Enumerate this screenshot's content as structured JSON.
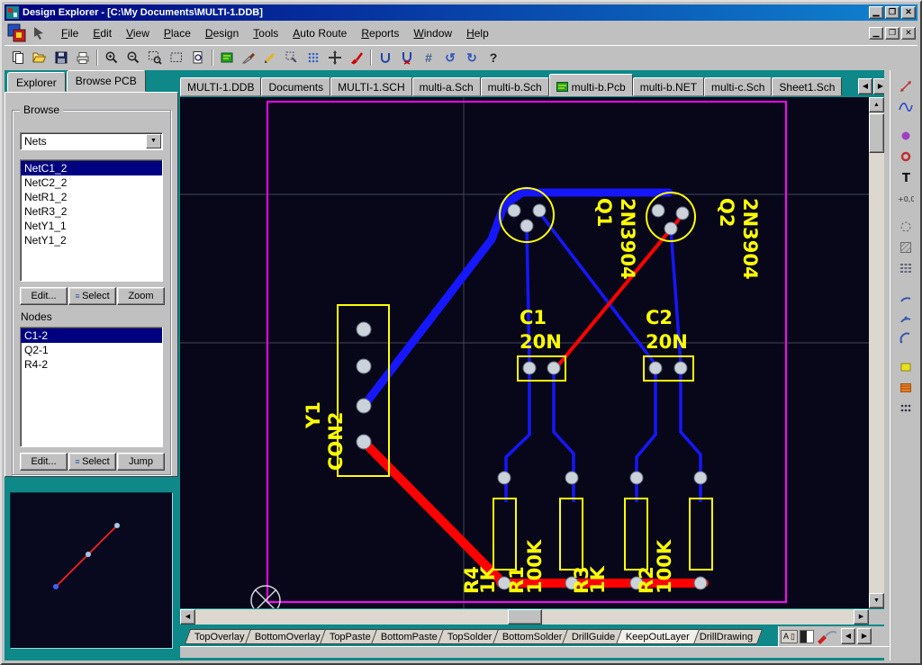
{
  "window": {
    "title": "Design Explorer - [C:\\My Documents\\MULTI-1.DDB]"
  },
  "menu": {
    "items": [
      "File",
      "Edit",
      "View",
      "Place",
      "Design",
      "Tools",
      "Auto Route",
      "Reports",
      "Window",
      "Help"
    ]
  },
  "toolbar": {
    "icons": [
      "new-sheet",
      "open-folder",
      "save",
      "print",
      "zoom-in",
      "zoom-out",
      "zoom-window",
      "select-area",
      "page-preview",
      "pcb-document",
      "knife",
      "pencil",
      "clipboard-select",
      "paste-array",
      "move-cross",
      "highlight-brush",
      "unroute-net",
      "unroute-connection",
      "grid-toggle",
      "undo",
      "redo",
      "help"
    ]
  },
  "left_panel": {
    "tabs": [
      "Explorer",
      "Browse PCB"
    ],
    "active_tab": "Browse PCB",
    "browse": {
      "label": "Browse",
      "mode": "Nets",
      "nets": [
        "NetC1_2",
        "NetC2_2",
        "NetR1_2",
        "NetR3_2",
        "NetY1_1",
        "NetY1_2"
      ],
      "selected_net": "NetC1_2",
      "buttons": [
        "Edit...",
        "Select",
        "Zoom"
      ]
    },
    "nodes": {
      "label": "Nodes",
      "items": [
        "C1-2",
        "Q2-1",
        "R4-2"
      ],
      "selected_node": "C1-2",
      "buttons": [
        "Edit...",
        "Select",
        "Jump"
      ]
    }
  },
  "document_tabs": {
    "items": [
      "MULTI-1.DDB",
      "Documents",
      "MULTI-1.SCH",
      "multi-a.Sch",
      "multi-b.Sch",
      "multi-b.Pcb",
      "multi-b.NET",
      "multi-c.Sch",
      "Sheet1.Sch"
    ],
    "active": "multi-b.Pcb"
  },
  "layer_tabs": {
    "items": [
      "TopOverlay",
      "BottomOverlay",
      "TopPaste",
      "BottomPaste",
      "TopSolder",
      "BottomSolder",
      "DrillGuide",
      "KeepOutLayer",
      "DrillDrawing"
    ],
    "active": "KeepOutLayer"
  },
  "right_toolbar": {
    "icons": [
      "dimension",
      "spline",
      "pad",
      "via",
      "text-string",
      "coordinate",
      "circle",
      "fill-hatch",
      "polygon-plane",
      "arc-edge",
      "arc-center",
      "arc-angle",
      "fill-rect",
      "copper-pour",
      "component-array"
    ]
  },
  "corner_icons": [
    "annotation-toggle",
    "layer-swatch",
    "seam-ripper",
    "tab-scroll-left",
    "tab-scroll-right"
  ],
  "pcb": {
    "components": {
      "q1": {
        "ref": "Q1",
        "value": "2N3904"
      },
      "q2": {
        "ref": "Q2",
        "value": "2N3904"
      },
      "c1": {
        "ref": "C1",
        "value": "20N"
      },
      "c2": {
        "ref": "C2",
        "value": "20N"
      },
      "y1": {
        "ref": "Y1",
        "value": "CON2"
      },
      "r1": {
        "ref": "R1",
        "value": "100K"
      },
      "r2": {
        "ref": "R2",
        "value": "100K"
      },
      "r3": {
        "ref": "R3",
        "value": "1K"
      },
      "r4": {
        "ref": "R4",
        "value": "1K"
      }
    },
    "colors": {
      "board_outline": "#ff00ff",
      "silkscreen": "#ffff00",
      "top_trace": "#ff0000",
      "bottom_trace": "#1616ff",
      "pad": "#ccd2da",
      "canvas_background": "#070719"
    }
  }
}
